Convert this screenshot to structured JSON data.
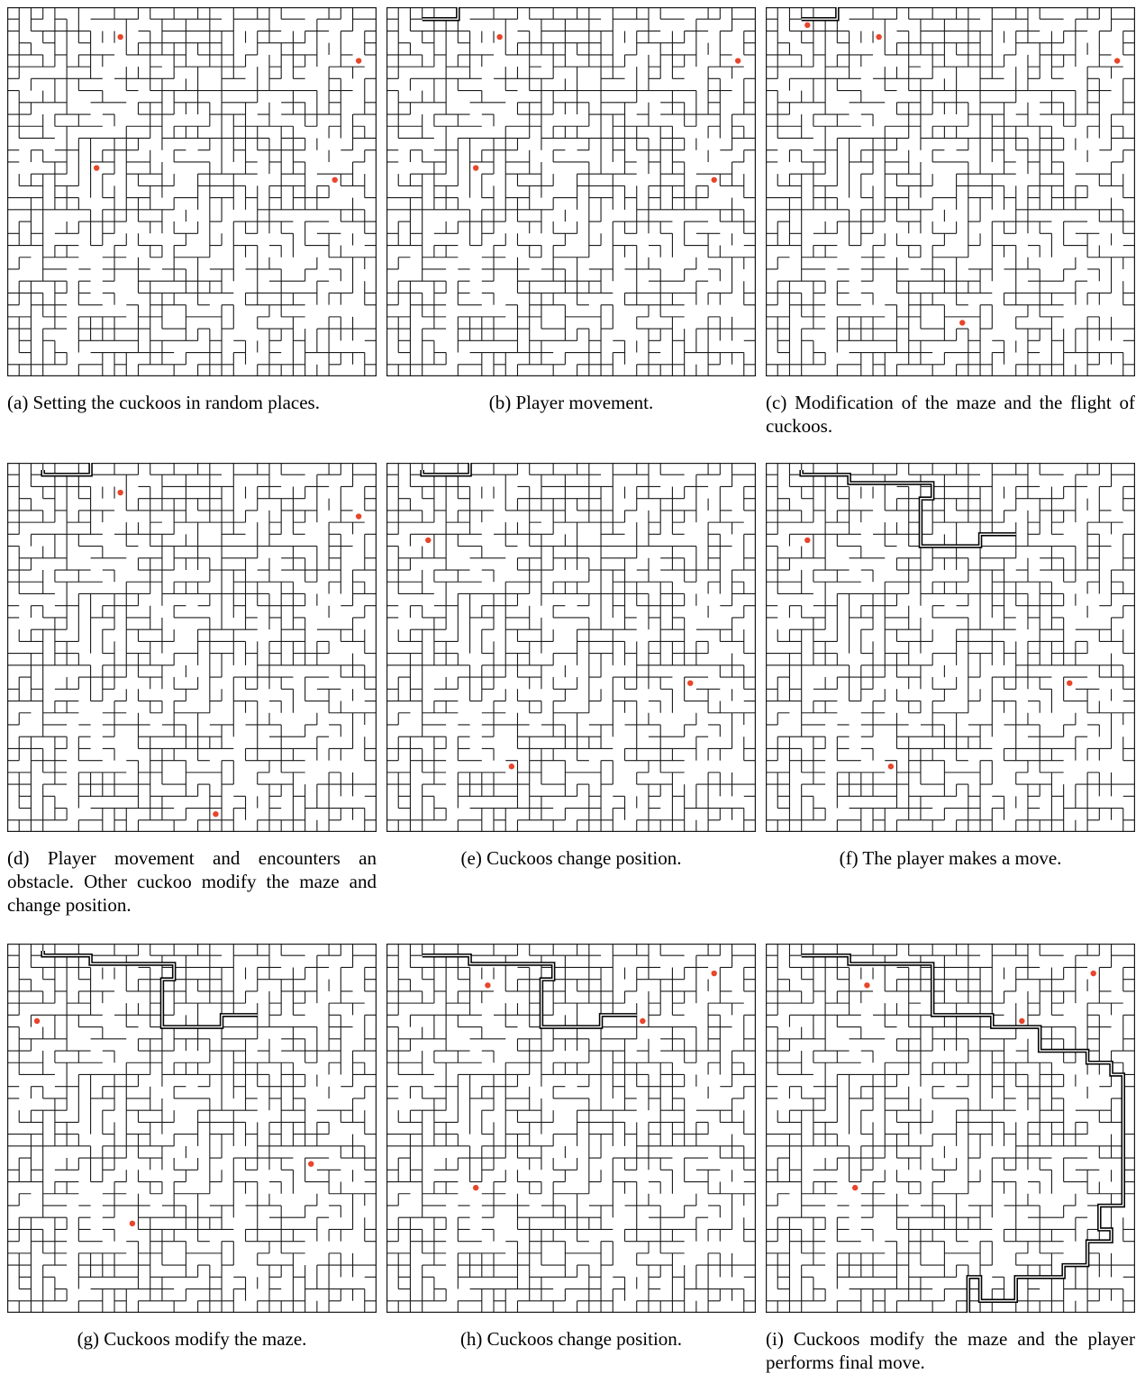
{
  "figure": {
    "panels": [
      {
        "id": "a",
        "caption": "(a) Setting the cuckoos in random places.",
        "align": "left",
        "cuckoos": [
          [
            9,
            2
          ],
          [
            29,
            4
          ],
          [
            7,
            13
          ],
          [
            27,
            14
          ]
        ],
        "path": []
      },
      {
        "id": "b",
        "caption": "(b) Player movement.",
        "align": "center",
        "cuckoos": [
          [
            9,
            2
          ],
          [
            29,
            4
          ],
          [
            7,
            13
          ],
          [
            27,
            14
          ]
        ],
        "path": [
          [
            6,
            0
          ],
          [
            6,
            1
          ],
          [
            3,
            1
          ]
        ]
      },
      {
        "id": "c",
        "caption": "(c) Modification of the maze and the flight of cuckoos.",
        "align": "justify",
        "cuckoos": [
          [
            3,
            1
          ],
          [
            9,
            2
          ],
          [
            29,
            4
          ],
          [
            16,
            26
          ]
        ],
        "path": [
          [
            6,
            0
          ],
          [
            6,
            1
          ],
          [
            3,
            1
          ]
        ]
      },
      {
        "id": "d",
        "caption": "(d) Player movement and encounters an obstacle. Other cuckoo modify the maze and change position.",
        "align": "justify",
        "cuckoos": [
          [
            9,
            2
          ],
          [
            29,
            4
          ],
          [
            17,
            29
          ]
        ],
        "path": [
          [
            7,
            0
          ],
          [
            7,
            1
          ],
          [
            3,
            1
          ],
          [
            3,
            0.6
          ]
        ]
      },
      {
        "id": "e",
        "caption": "(e) Cuckoos change position.",
        "align": "center",
        "cuckoos": [
          [
            3,
            6
          ],
          [
            25,
            18
          ],
          [
            10,
            25
          ]
        ],
        "path": [
          [
            7,
            0
          ],
          [
            7,
            1
          ],
          [
            3,
            1
          ],
          [
            3,
            0.6
          ]
        ]
      },
      {
        "id": "f",
        "caption": "(f) The player makes a move.",
        "align": "center",
        "cuckoos": [
          [
            3,
            6
          ],
          [
            25,
            18
          ],
          [
            10,
            25
          ]
        ],
        "path": [
          [
            3,
            0.6
          ],
          [
            3,
            1
          ],
          [
            7,
            1
          ],
          [
            7,
            1.7
          ],
          [
            14,
            1.7
          ],
          [
            14,
            3
          ],
          [
            13,
            3
          ],
          [
            13,
            7
          ],
          [
            18,
            7
          ],
          [
            18,
            6
          ],
          [
            21,
            6
          ]
        ]
      },
      {
        "id": "g",
        "caption": "(g) Cuckoos modify the maze.",
        "align": "center",
        "cuckoos": [
          [
            2,
            6
          ],
          [
            25,
            18
          ],
          [
            10,
            23
          ]
        ],
        "path": [
          [
            3,
            0.6
          ],
          [
            3,
            1
          ],
          [
            7,
            1
          ],
          [
            7,
            1.7
          ],
          [
            14,
            1.7
          ],
          [
            14,
            3
          ],
          [
            13,
            3
          ],
          [
            13,
            7
          ],
          [
            18,
            7
          ],
          [
            18,
            6
          ],
          [
            21,
            6
          ]
        ]
      },
      {
        "id": "h",
        "caption": "(h) Cuckoos change position.",
        "align": "center",
        "cuckoos": [
          [
            8,
            3
          ],
          [
            27,
            2
          ],
          [
            21,
            6
          ],
          [
            7,
            20
          ]
        ],
        "path": [
          [
            3,
            1
          ],
          [
            7,
            1
          ],
          [
            7,
            1.7
          ],
          [
            14,
            1.7
          ],
          [
            14,
            3
          ],
          [
            13,
            3
          ],
          [
            13,
            7
          ],
          [
            18,
            7
          ],
          [
            18,
            6
          ],
          [
            21,
            6
          ]
        ]
      },
      {
        "id": "i",
        "caption": "(i) Cuckoos modify the maze and the player performs final move.",
        "align": "justify",
        "cuckoos": [
          [
            8,
            3
          ],
          [
            27,
            2
          ],
          [
            21,
            6
          ],
          [
            7,
            20
          ]
        ],
        "path": [
          [
            3,
            1
          ],
          [
            7,
            1
          ],
          [
            7,
            1.7
          ],
          [
            14,
            1.7
          ],
          [
            14,
            6
          ],
          [
            19,
            6
          ],
          [
            19,
            7
          ],
          [
            23,
            7
          ],
          [
            23,
            9
          ],
          [
            27,
            9
          ],
          [
            27,
            10
          ],
          [
            29,
            10
          ],
          [
            29,
            11
          ],
          [
            30,
            11
          ],
          [
            30,
            22
          ],
          [
            28,
            22
          ],
          [
            28,
            24
          ],
          [
            29,
            24
          ],
          [
            29,
            25
          ],
          [
            27,
            25
          ],
          [
            27,
            27
          ],
          [
            25,
            27
          ],
          [
            25,
            28
          ],
          [
            21,
            28
          ],
          [
            21,
            30
          ],
          [
            18,
            30
          ],
          [
            18,
            28
          ],
          [
            17,
            28
          ],
          [
            17,
            31
          ]
        ]
      }
    ]
  }
}
